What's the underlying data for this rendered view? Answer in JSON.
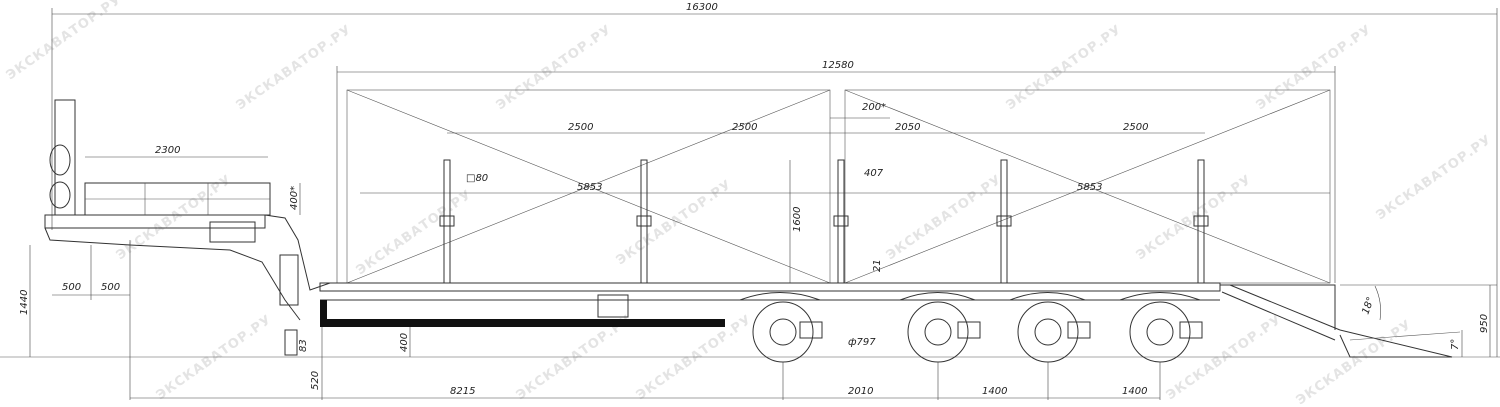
{
  "watermark": "ЭКСКАВАТОР.РУ",
  "dimensions": {
    "overall_length": "16300",
    "platform_length": "12580",
    "section_1a": "2500",
    "section_1b": "2500",
    "gap": "200*",
    "section_2a": "2050",
    "section_2b": "2500",
    "gooseneck_length": "2300",
    "post_size": "□80",
    "span_left": "5853",
    "span_right": "5853",
    "post_offset": "407",
    "stake_height": "1600",
    "side_height": "400*",
    "deck_gap": "21",
    "kingpin_a": "500",
    "kingpin_b": "500",
    "gooseneck_height": "1440",
    "ground_clear_83": "83",
    "beam_height": "400",
    "leg_520": "520",
    "kingpin_to_axle": "8215",
    "wheel_diameter": "ф797",
    "axle_spacing_1": "2010",
    "axle_spacing_2": "1400",
    "axle_spacing_3": "1400",
    "ramp_angle": "18°",
    "rear_height": "950",
    "ramp_tip_angle": "7°"
  },
  "colors": {
    "line": "#333333",
    "beam": "#111111",
    "watermark_logo": "#f2d27a"
  }
}
